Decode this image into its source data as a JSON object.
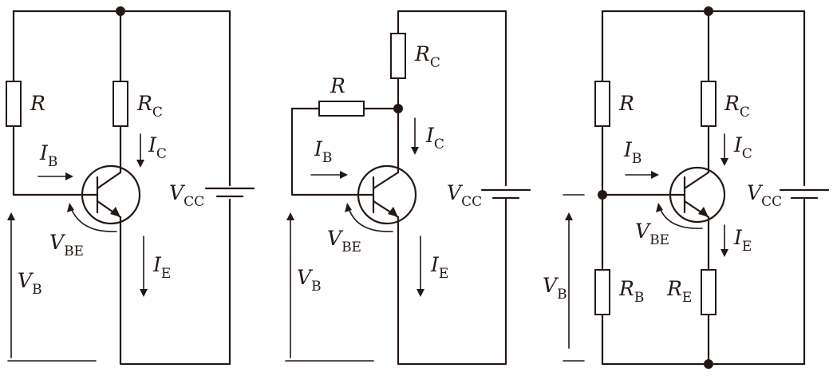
{
  "circuits": [
    {
      "R": "R",
      "RC": {
        "main": "R",
        "sub": "C"
      },
      "IB": {
        "main": "I",
        "sub": "B"
      },
      "IC": {
        "main": "I",
        "sub": "C"
      },
      "IE": {
        "main": "I",
        "sub": "E"
      },
      "VBE": {
        "main": "V",
        "sub": "BE"
      },
      "VB": {
        "main": "V",
        "sub": "B"
      },
      "VCC": {
        "main": "V",
        "sub": "CC"
      }
    },
    {
      "R": "R",
      "RC": {
        "main": "R",
        "sub": "C"
      },
      "IB": {
        "main": "I",
        "sub": "B"
      },
      "IC": {
        "main": "I",
        "sub": "C"
      },
      "IE": {
        "main": "I",
        "sub": "E"
      },
      "VBE": {
        "main": "V",
        "sub": "BE"
      },
      "VB": {
        "main": "V",
        "sub": "B"
      },
      "VCC": {
        "main": "V",
        "sub": "CC"
      }
    },
    {
      "R": "R",
      "RC": {
        "main": "R",
        "sub": "C"
      },
      "RB": {
        "main": "R",
        "sub": "B"
      },
      "RE": {
        "main": "R",
        "sub": "E"
      },
      "IB": {
        "main": "I",
        "sub": "B"
      },
      "IC": {
        "main": "I",
        "sub": "C"
      },
      "IE": {
        "main": "I",
        "sub": "E"
      },
      "VBE": {
        "main": "V",
        "sub": "BE"
      },
      "VB": {
        "main": "V",
        "sub": "B"
      },
      "VCC": {
        "main": "V",
        "sub": "CC"
      }
    }
  ]
}
